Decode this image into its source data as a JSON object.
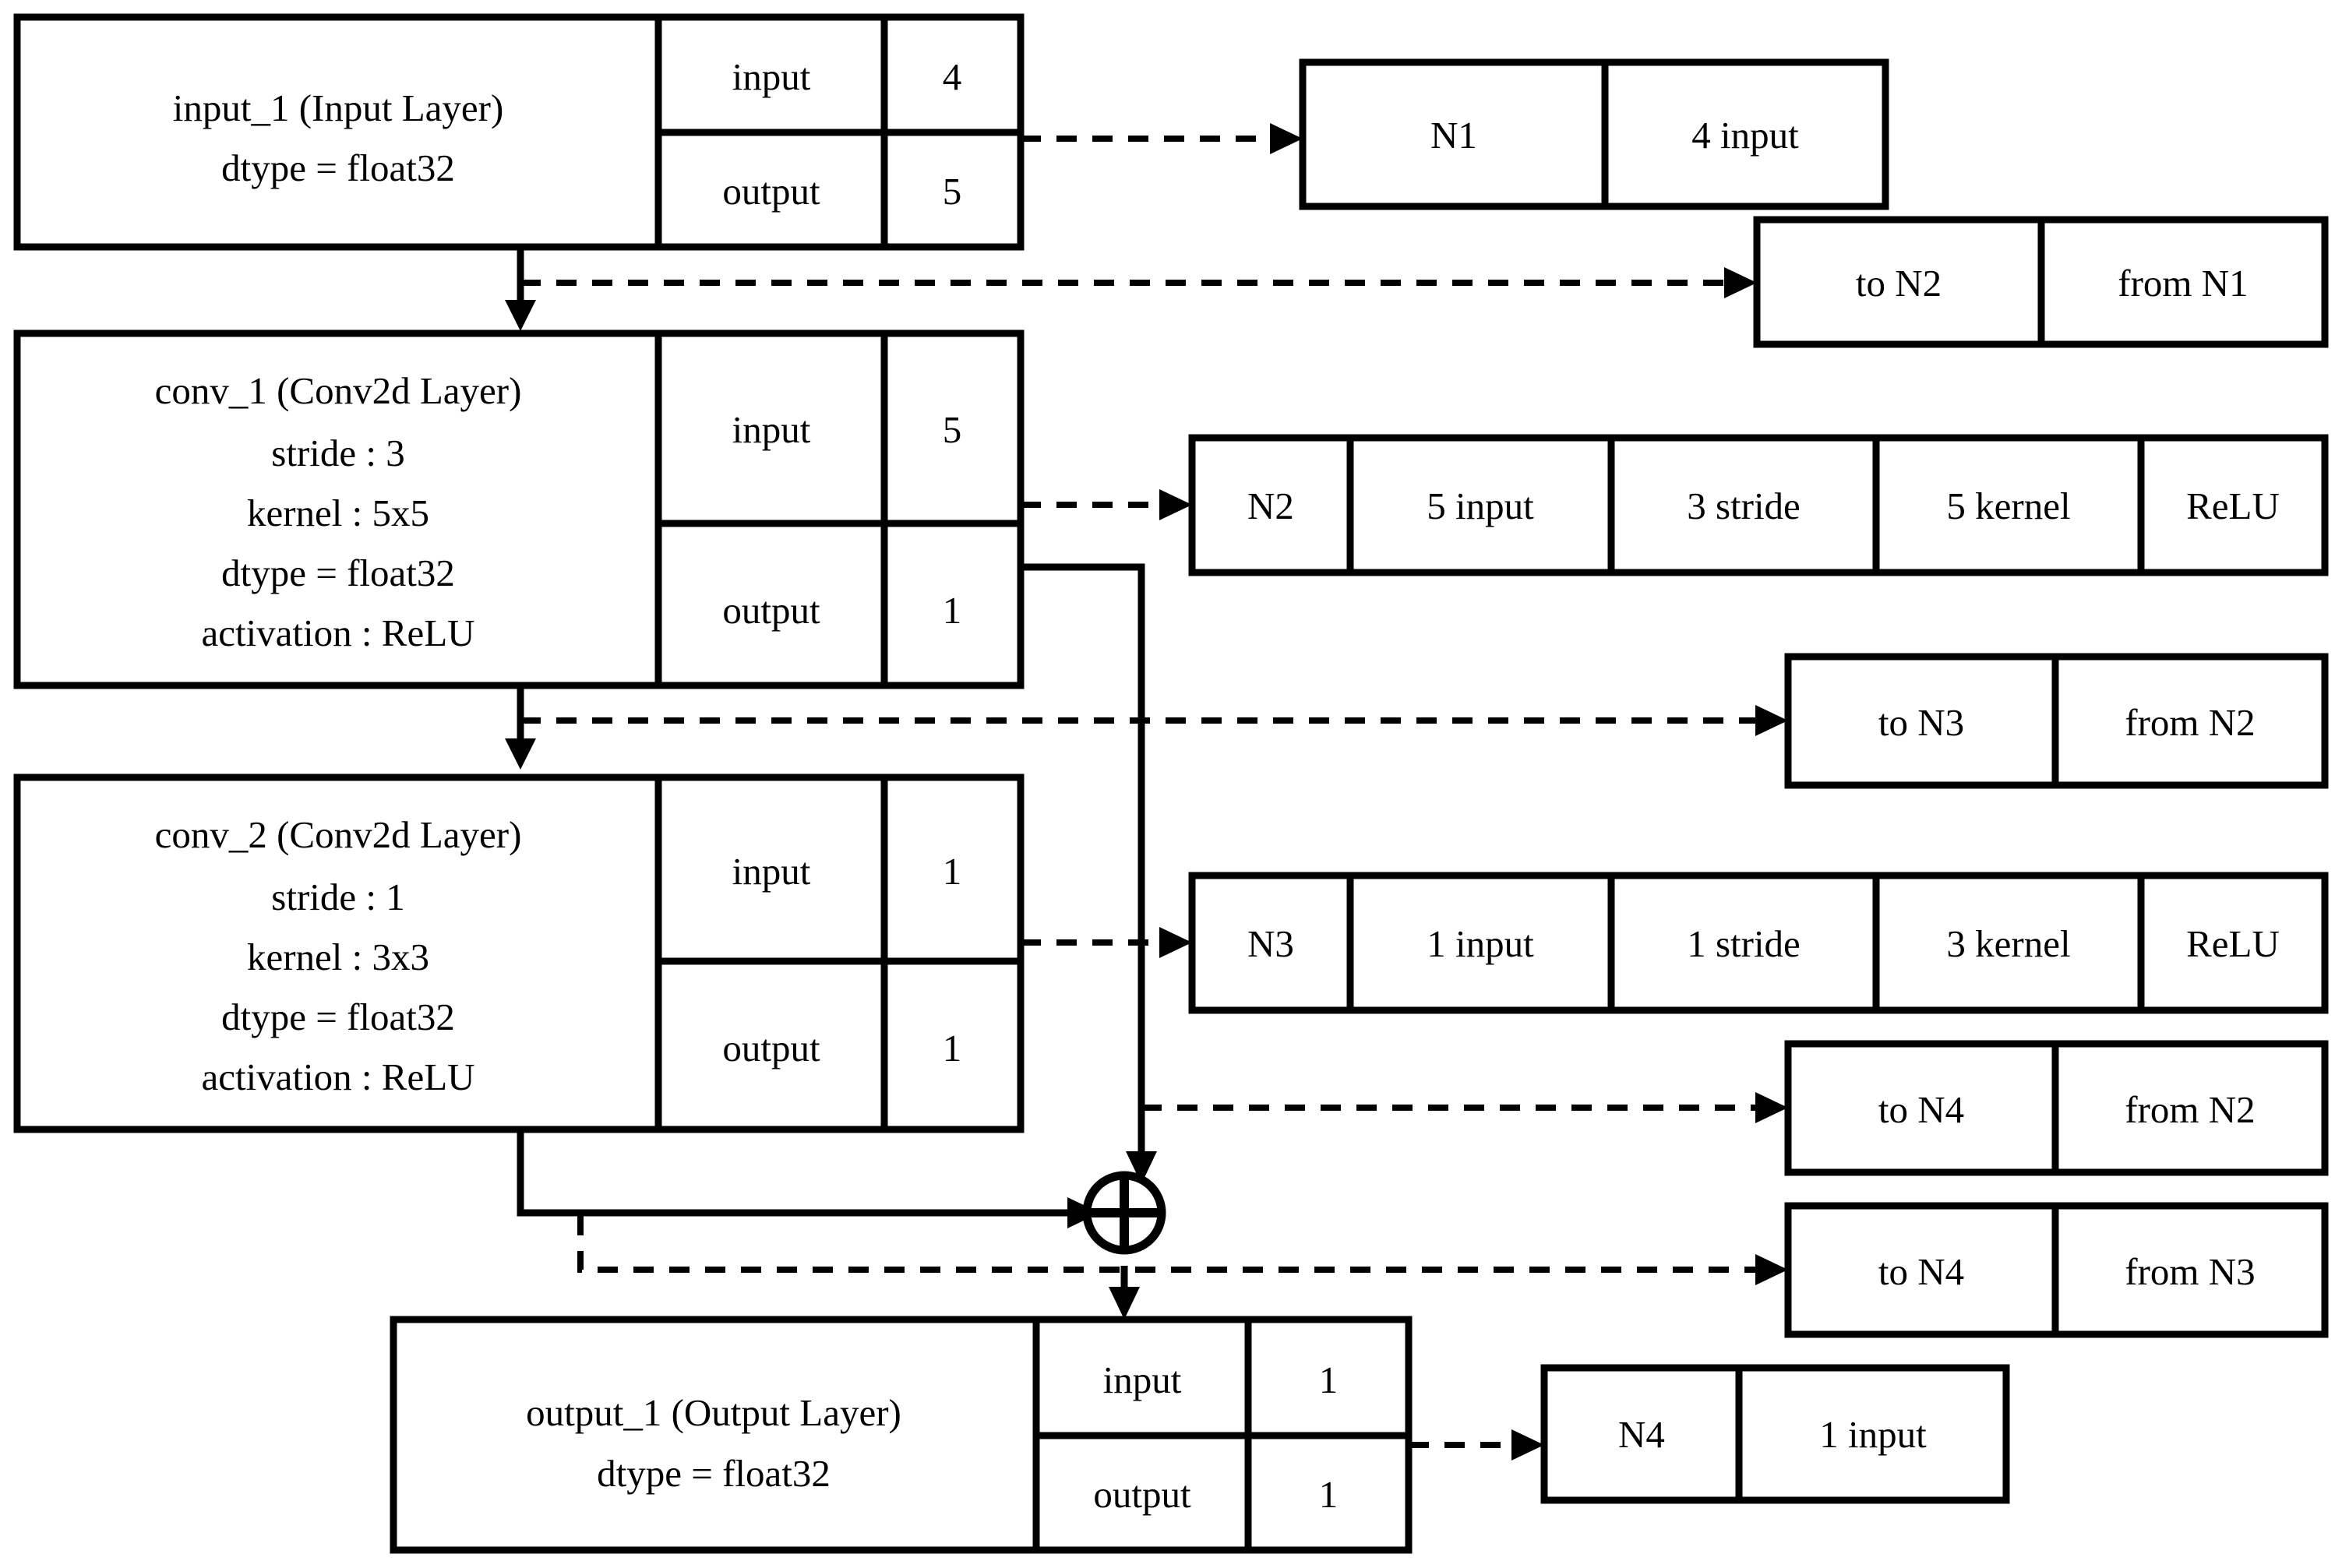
{
  "diagram": {
    "title": "Neural network layer-to-node mapping diagram",
    "accent_color": "#000000",
    "background_color": "#ffffff"
  },
  "layers": [
    {
      "id": "input_1",
      "title": "input_1 (Input Layer)",
      "lines": [
        "input_1 (Input Layer)",
        "dtype = float32"
      ],
      "io": [
        {
          "label": "input",
          "value": "4"
        },
        {
          "label": "output",
          "value": "5"
        }
      ]
    },
    {
      "id": "conv_1",
      "title": "conv_1 (Conv2d Layer)",
      "lines": [
        "conv_1 (Conv2d Layer)",
        "stride : 3",
        "kernel : 5x5",
        "dtype = float32",
        "activation : ReLU"
      ],
      "io": [
        {
          "label": "input",
          "value": "5"
        },
        {
          "label": "output",
          "value": "1"
        }
      ]
    },
    {
      "id": "conv_2",
      "title": "conv_2 (Conv2d Layer)",
      "lines": [
        "conv_2 (Conv2d Layer)",
        "stride : 1",
        "kernel : 3x3",
        "dtype = float32",
        "activation : ReLU"
      ],
      "io": [
        {
          "label": "input",
          "value": "1"
        },
        {
          "label": "output",
          "value": "1"
        }
      ]
    },
    {
      "id": "output_1",
      "title": "output_1 (Output Layer)",
      "lines": [
        "output_1 (Output Layer)",
        "dtype = float32"
      ],
      "io": [
        {
          "label": "input",
          "value": "1"
        },
        {
          "label": "output",
          "value": "1"
        }
      ]
    }
  ],
  "nodes": [
    {
      "id": "N1",
      "cells": [
        "N1",
        "4 input"
      ]
    },
    {
      "id": "N2",
      "cells": [
        "N2",
        "5 input",
        "3 stride",
        "5 kernel",
        "ReLU"
      ]
    },
    {
      "id": "N3",
      "cells": [
        "N3",
        "1 input",
        "1 stride",
        "3 kernel",
        "ReLU"
      ]
    },
    {
      "id": "N4",
      "cells": [
        "N4",
        "1 input"
      ]
    }
  ],
  "connections": [
    {
      "id": "c1",
      "cells": [
        "to N2",
        "from N1"
      ]
    },
    {
      "id": "c2",
      "cells": [
        "to N3",
        "from N2"
      ]
    },
    {
      "id": "c3",
      "cells": [
        "to N4",
        "from N2"
      ]
    },
    {
      "id": "c4",
      "cells": [
        "to N4",
        "from N3"
      ]
    }
  ],
  "operators": [
    {
      "id": "add",
      "symbol": "+",
      "name": "addition-operator"
    }
  ]
}
